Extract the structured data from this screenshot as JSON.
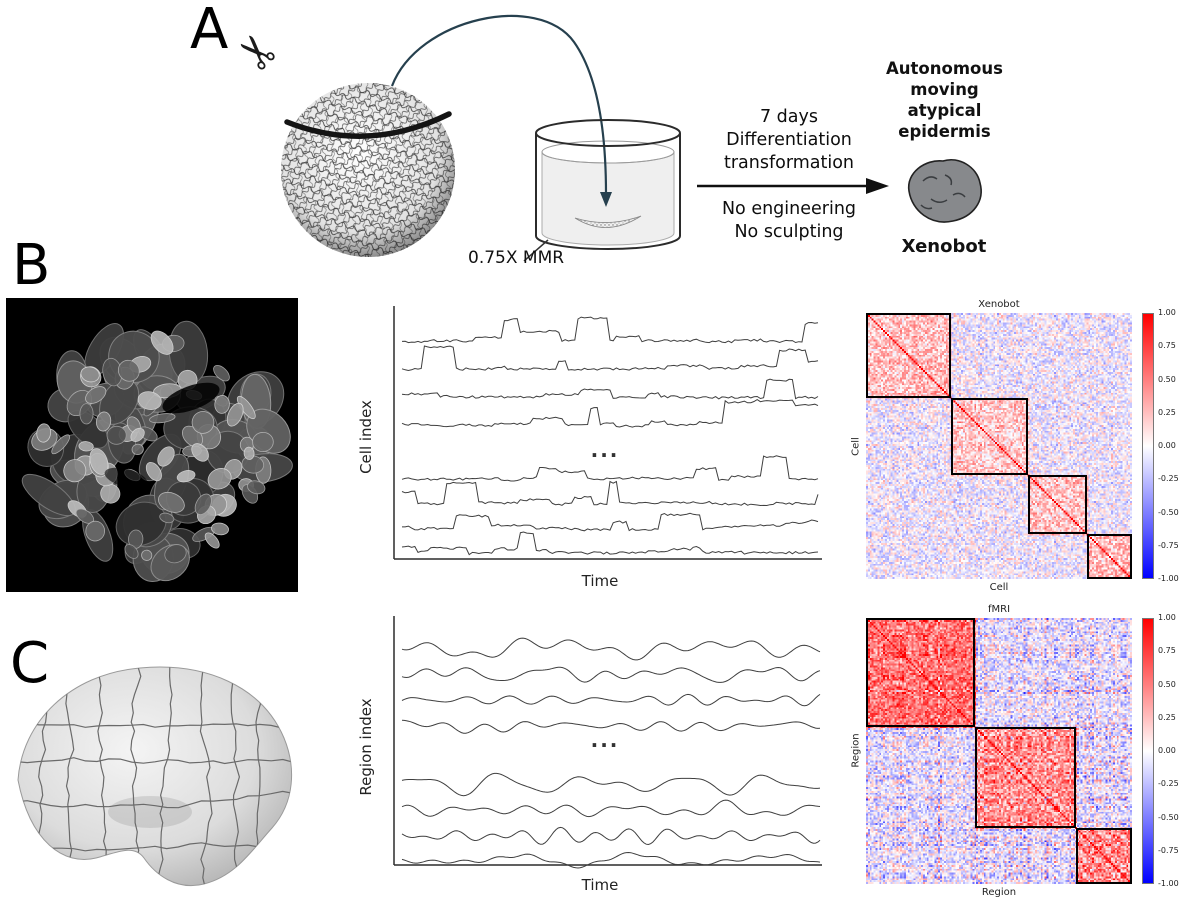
{
  "render": {
    "seed": 20240
  },
  "panels": {
    "a": {
      "label": "A",
      "scissors_glyph": "✂",
      "mmr_label": "0.75X MMR",
      "process_top_lines": [
        "7 days",
        "Differentiation",
        "transformation"
      ],
      "process_bottom_lines": [
        "No engineering",
        "No sculpting"
      ],
      "result_title_lines": [
        "Autonomous",
        "moving",
        "atypical",
        "epidermis"
      ],
      "result_name": "Xenobot"
    },
    "b": {
      "label": "B",
      "traces_ylabel": "Cell index",
      "traces_xlabel": "Time",
      "ellipsis": "...",
      "heatmap_title": "Xenobot",
      "heatmap_xlabel": "Cell",
      "heatmap_ylabel": "Cell"
    },
    "c": {
      "label": "C",
      "traces_ylabel": "Region index",
      "traces_xlabel": "Time",
      "ellipsis": "...",
      "heatmap_title": "fMRI",
      "heatmap_xlabel": "Region",
      "heatmap_ylabel": "Region"
    }
  },
  "chart_data": [
    {
      "type": "line",
      "panel": "B",
      "title": "",
      "xlabel": "Time",
      "ylabel": "Cell index",
      "style": "calcium-step",
      "n_traces_shown": 8,
      "groups": [
        4,
        4
      ],
      "note": "illustrative noisy calcium-imaging-like step traces, middle rows elided with ellipsis"
    },
    {
      "type": "heatmap",
      "panel": "B",
      "title": "Xenobot",
      "xlabel": "Cell",
      "ylabel": "Cell",
      "colormap": "bwr",
      "vmin": -1,
      "vmax": 1,
      "n": 140,
      "block_boundaries": [
        0.32,
        0.61,
        0.83
      ],
      "within_base": [
        0.24,
        0.2,
        0.22,
        0.26
      ],
      "between_base": -0.04,
      "stripe": 0.16,
      "noise": 0.3,
      "legend_position": "right",
      "colorbar_ticks": [
        "1.00",
        "0.75",
        "0.50",
        "0.25",
        "0.00",
        "-0.25",
        "-0.50",
        "-0.75",
        "-1.00"
      ]
    },
    {
      "type": "line",
      "panel": "C",
      "title": "",
      "xlabel": "Time",
      "ylabel": "Region index",
      "style": "smooth-oscillation",
      "n_traces_shown": 8,
      "groups": [
        4,
        4
      ],
      "note": "illustrative BOLD-like smooth oscillatory traces, middle rows elided with ellipsis"
    },
    {
      "type": "heatmap",
      "panel": "C",
      "title": "fMRI",
      "xlabel": "Region",
      "ylabel": "Region",
      "colormap": "bwr",
      "vmin": -1,
      "vmax": 1,
      "n": 140,
      "block_boundaries": [
        0.41,
        0.79
      ],
      "within_base": [
        0.55,
        0.42,
        0.46
      ],
      "between_base": -0.08,
      "stripe": 0.5,
      "noise": 0.32,
      "legend_position": "right",
      "colorbar_ticks": [
        "1.00",
        "0.75",
        "0.50",
        "0.25",
        "0.00",
        "-0.25",
        "-0.50",
        "-0.75",
        "-1.00"
      ]
    }
  ]
}
